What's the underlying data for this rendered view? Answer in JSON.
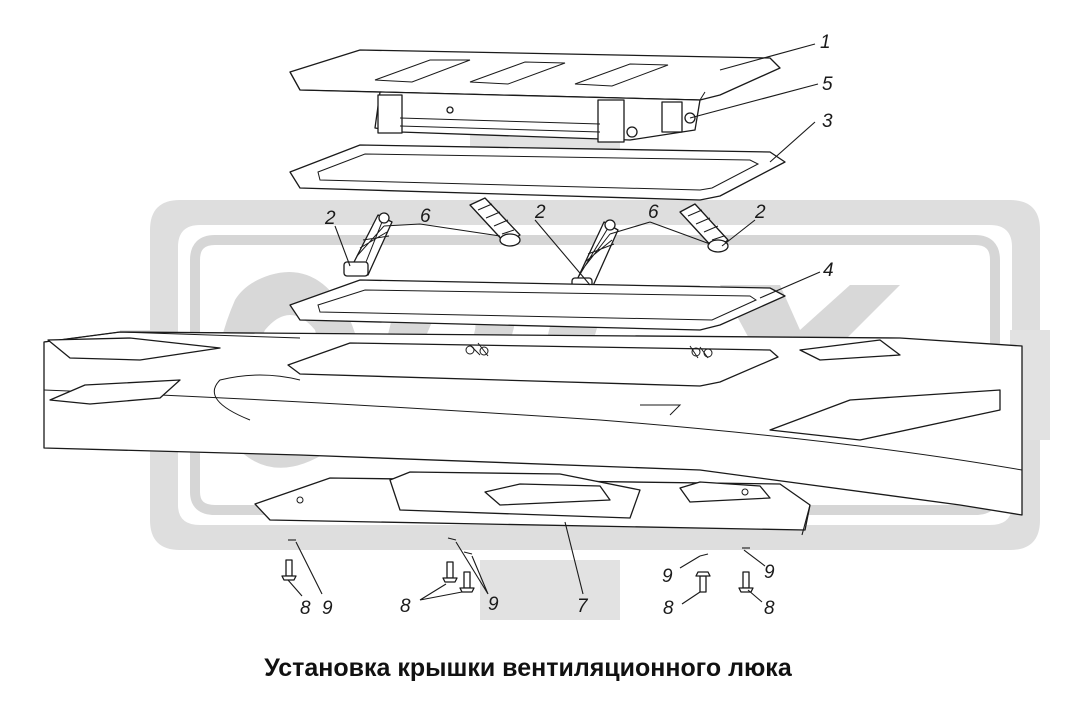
{
  "caption": "Установка крышки вентиляционного люка",
  "watermark": {
    "text": "OPEX",
    "color": "#d9d9d9"
  },
  "callouts": {
    "c1": "1",
    "c5": "5",
    "c3": "3",
    "c2a": "2",
    "c6a": "6",
    "c2b": "2",
    "c6b": "6",
    "c2c": "2",
    "c4": "4",
    "c7": "7",
    "c8a": "8",
    "c9a": "9",
    "c8b": "8",
    "c9b": "9",
    "c9c": "9",
    "c9d": "9",
    "c8c": "8",
    "c8d": "8"
  }
}
